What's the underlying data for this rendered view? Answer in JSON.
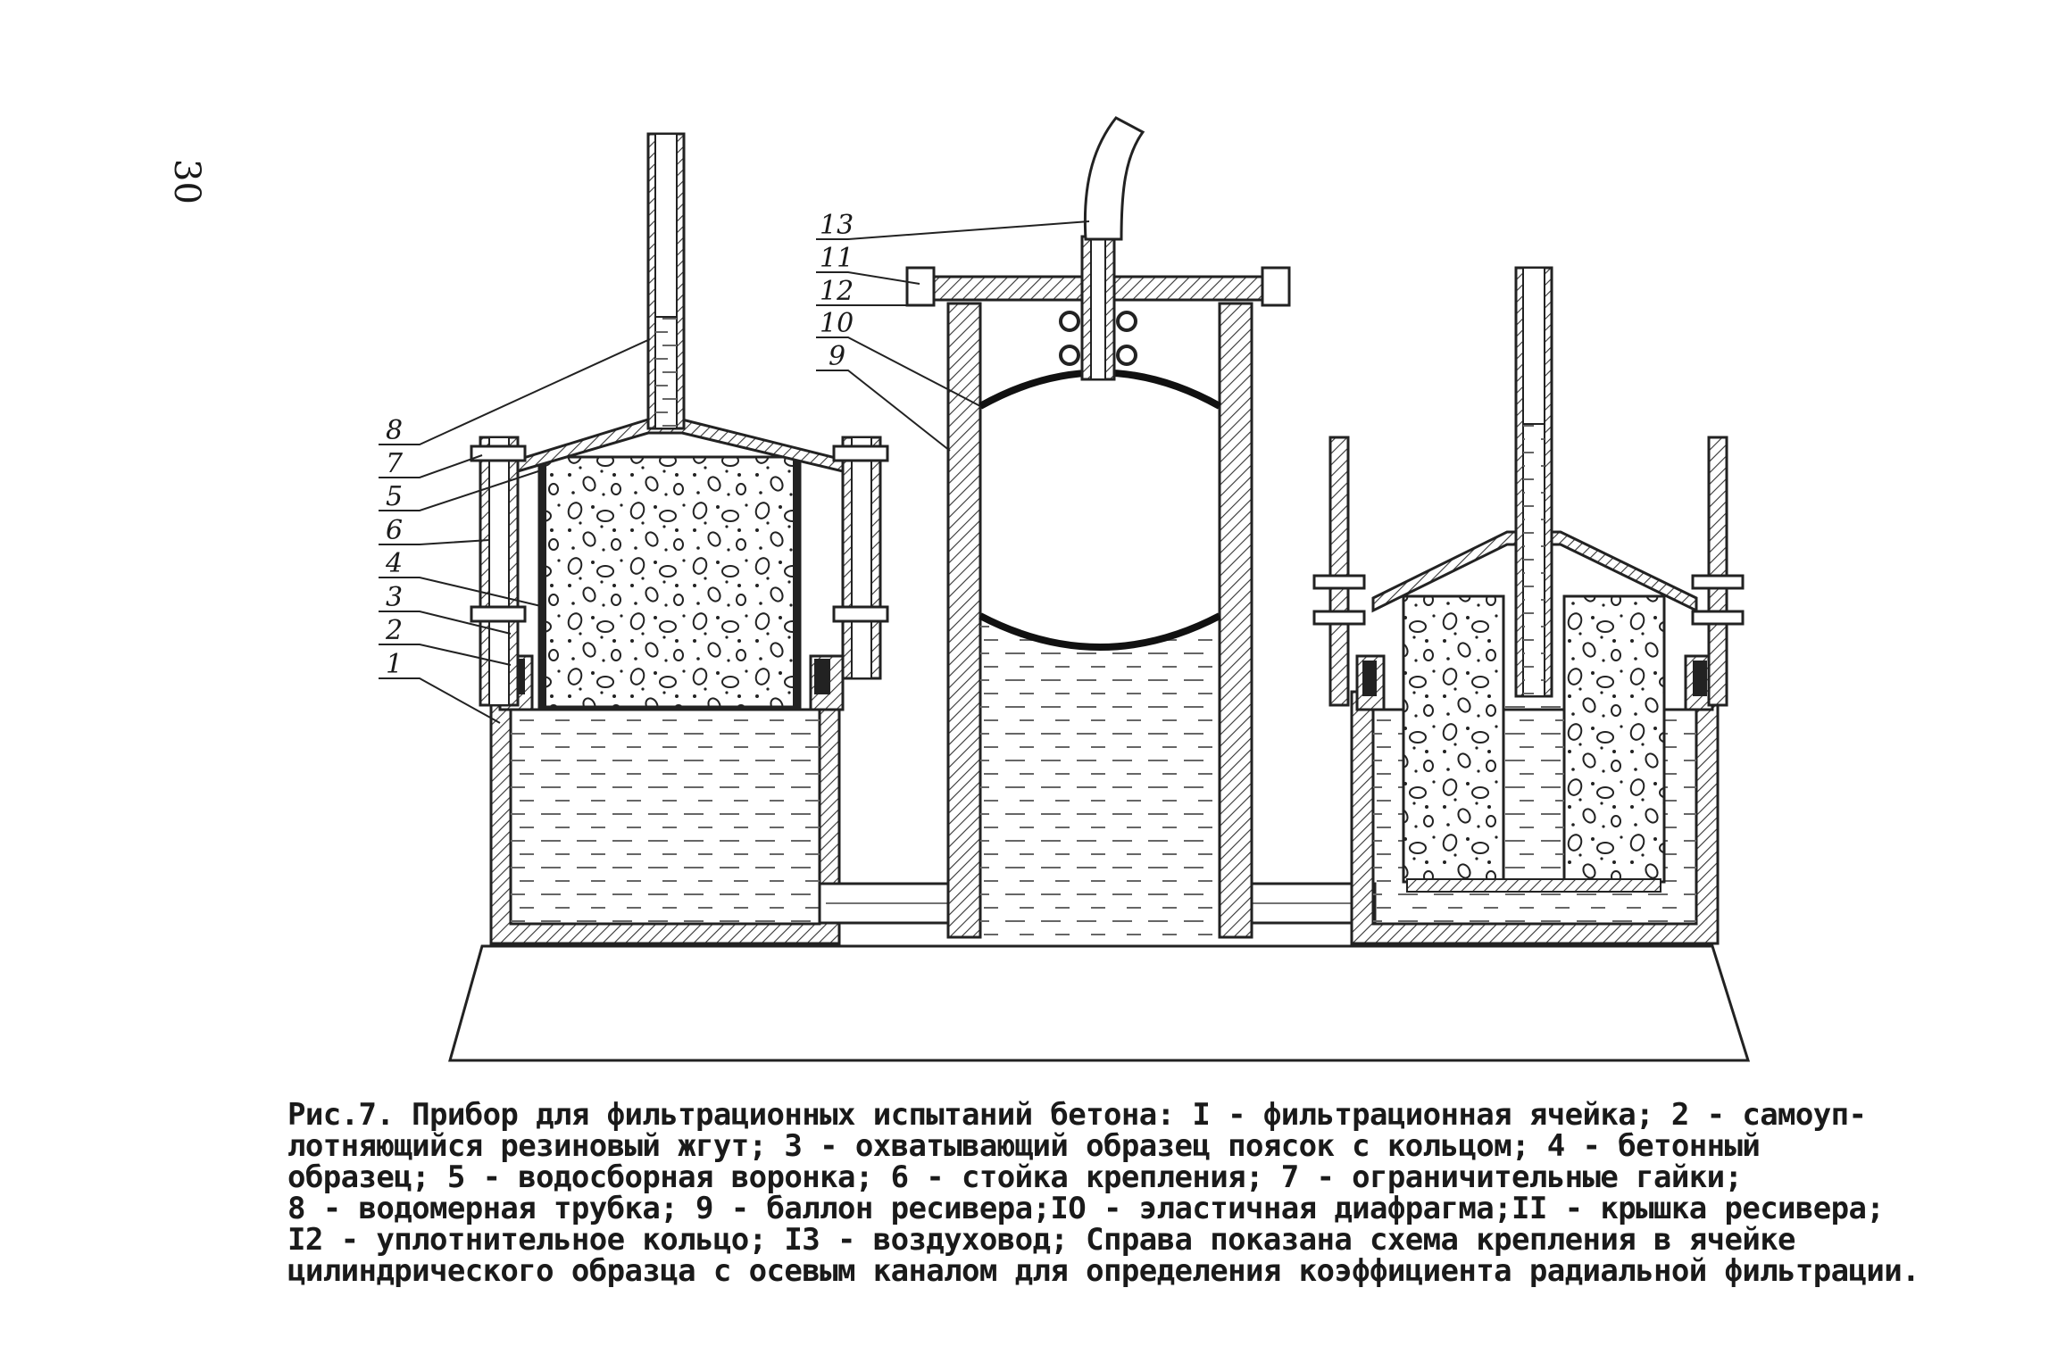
{
  "page_number": "30",
  "callouts": [
    "13",
    "11",
    "12",
    "10",
    "9",
    "8",
    "7",
    "5",
    "6",
    "4",
    "3",
    "2",
    "1"
  ],
  "caption_lines": [
    "Рис.7. Прибор для фильтрационных испытаний бетона: I - фильтрационная ячейка; 2 - самоуп-",
    "лотняющийся резиновый жгут; 3 - охватывающий образец поясок с кольцом; 4 - бетонный",
    "образец; 5 - водосборная воронка; 6 - стойка крепления; 7 - ограничительные гайки;",
    "8 - водомерная трубка; 9 - баллон ресивера;IO - эластичная диафрагма;II - крышка ресивера;",
    "I2 - уплотнительное кольцо; I3 - воздуховод; Справа показана схема крепления в ячейке",
    "цилиндрического образца с осевым каналом для определения коэффициента радиальной фильтрации."
  ]
}
